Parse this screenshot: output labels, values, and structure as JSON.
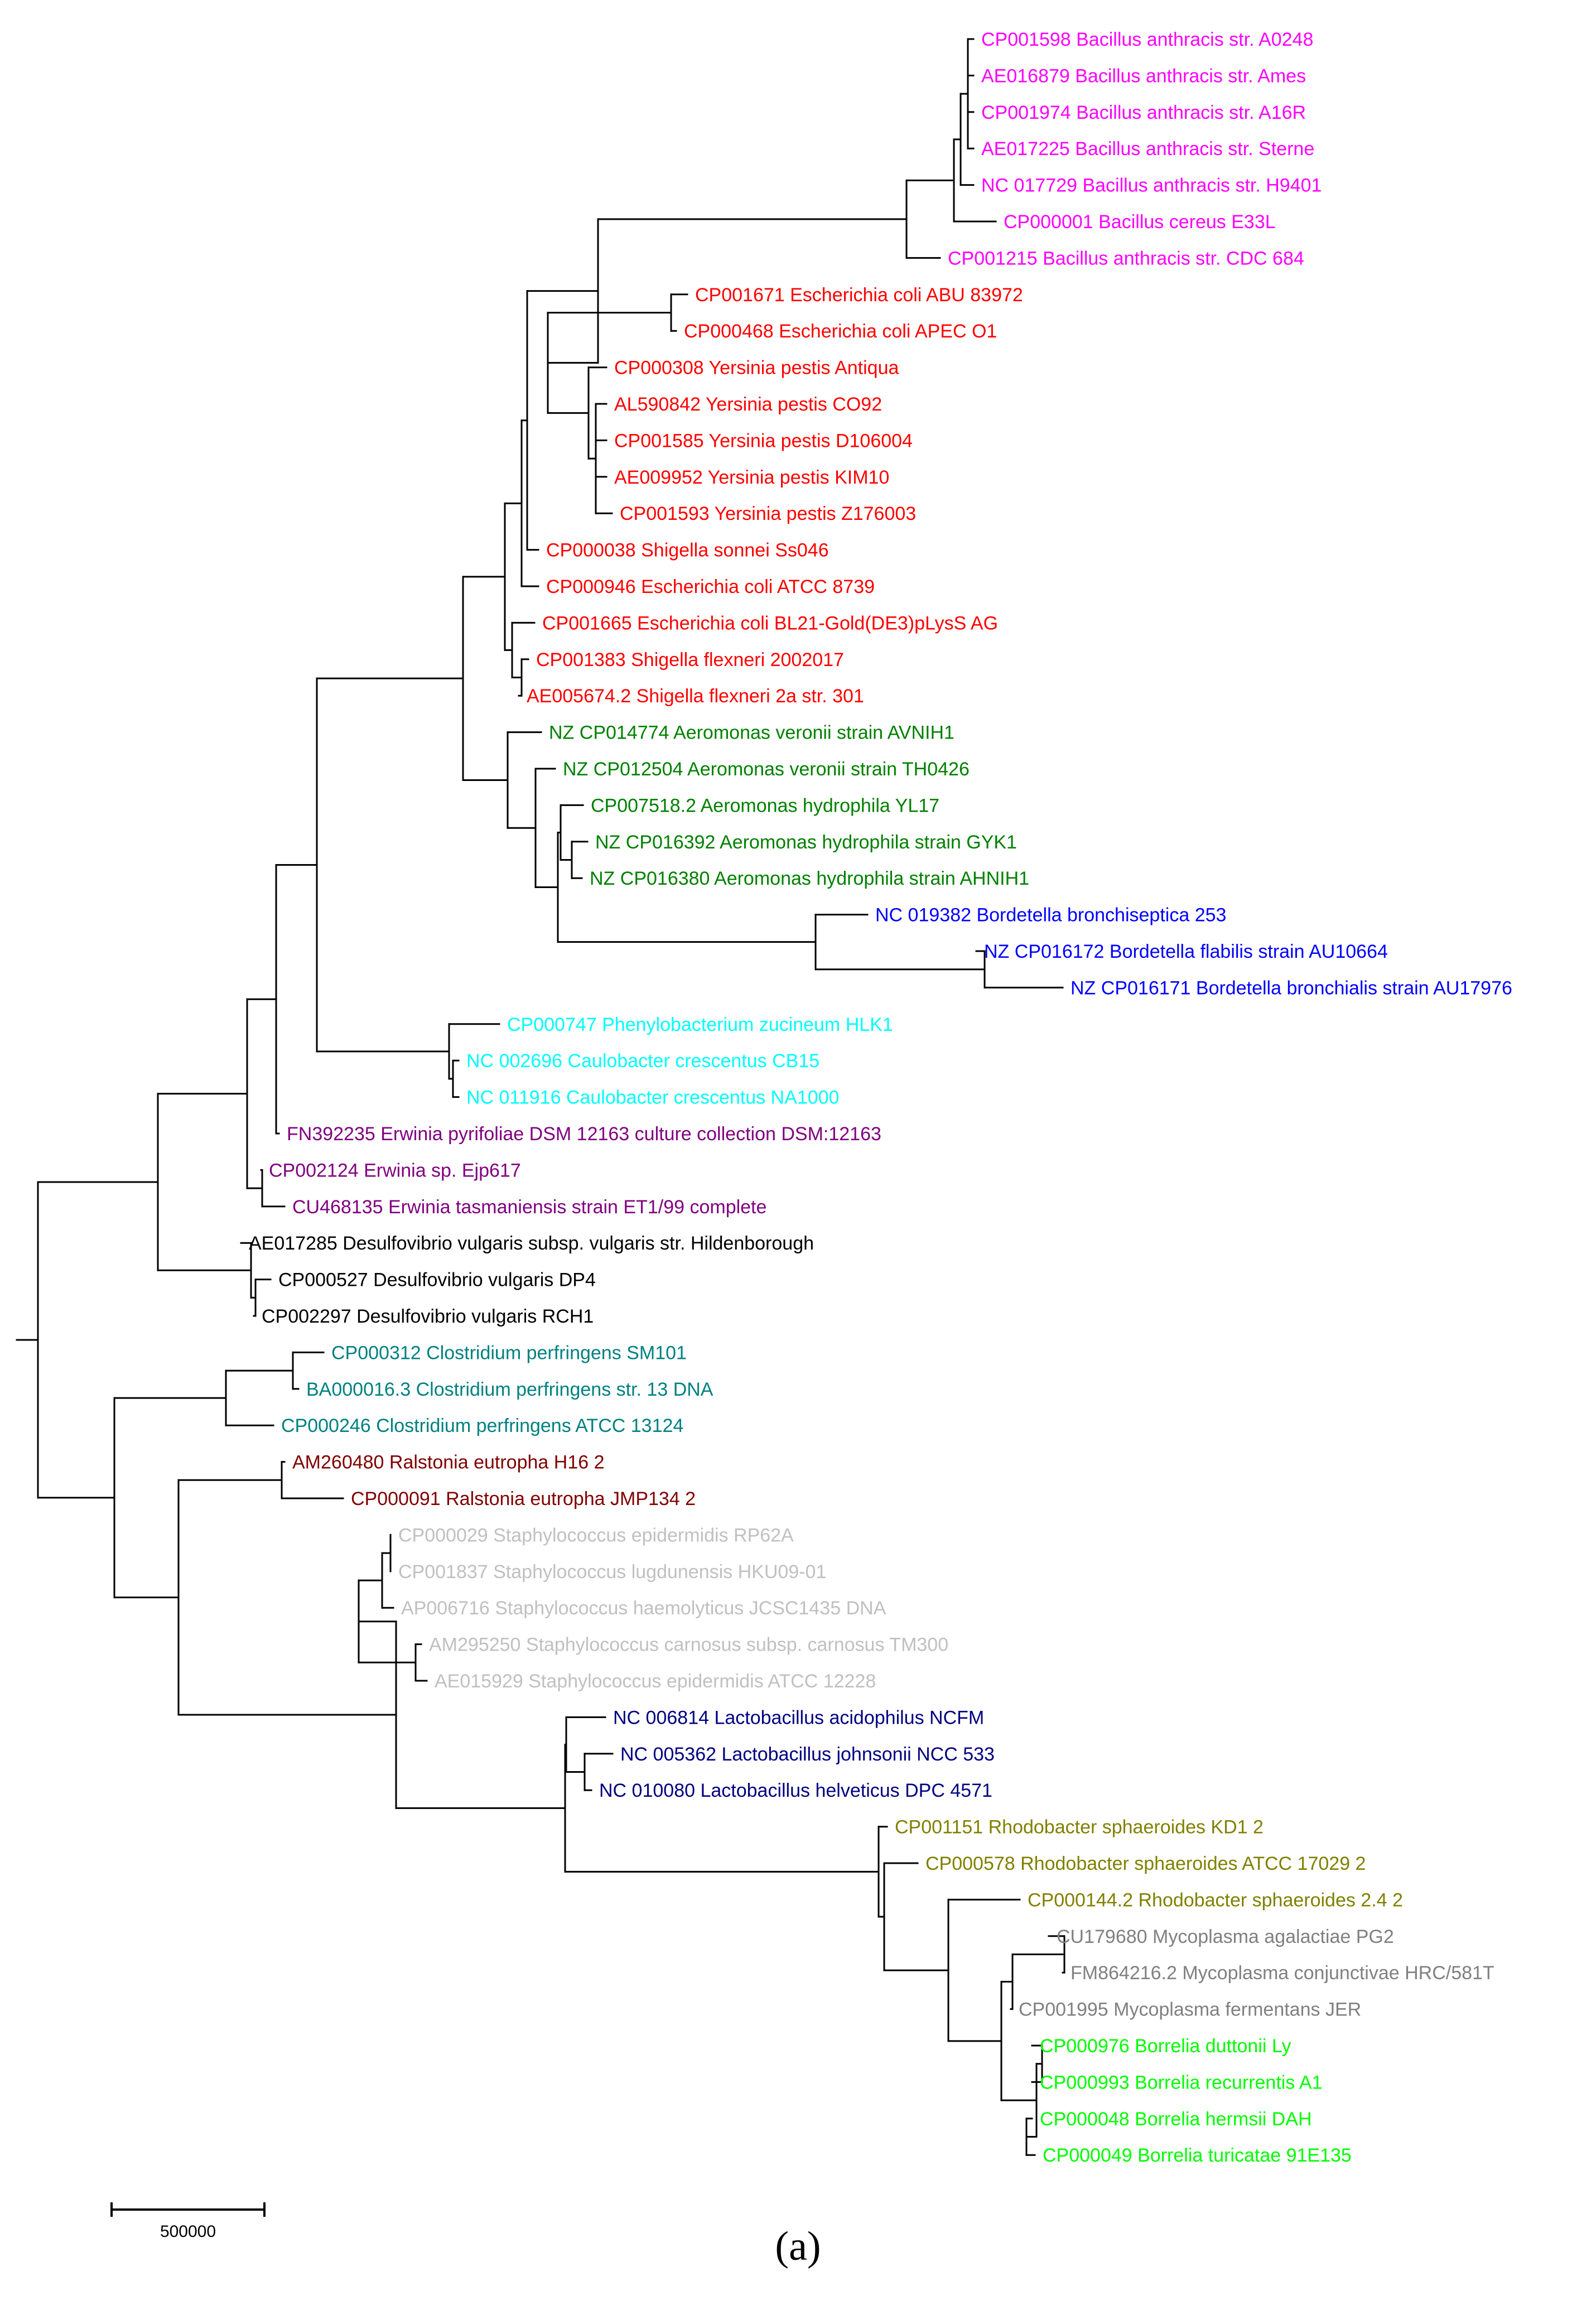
{
  "figure": {
    "panel_label": "(a)"
  },
  "scale_bar": {
    "label": "500000"
  },
  "colors": {
    "magenta": "#ff00ff",
    "red": "#ff0000",
    "green": "#008000",
    "blue": "#0000ff",
    "cyan": "#00ffff",
    "purple": "#800080",
    "black": "#000000",
    "teal": "#008080",
    "darkred": "#800000",
    "lightgray": "#c0c0c0",
    "navy": "#000080",
    "olive": "#808000",
    "gray": "#808080",
    "lime": "#00ff00",
    "branch": "#000000"
  },
  "leaves": [
    {
      "label": "CP001598 Bacillus anthracis str. A0248",
      "color": "magenta"
    },
    {
      "label": "AE016879 Bacillus anthracis str. Ames",
      "color": "magenta"
    },
    {
      "label": "CP001974 Bacillus anthracis str. A16R",
      "color": "magenta"
    },
    {
      "label": "AE017225 Bacillus anthracis str. Sterne",
      "color": "magenta"
    },
    {
      "label": "NC 017729 Bacillus anthracis str. H9401",
      "color": "magenta"
    },
    {
      "label": "CP000001 Bacillus cereus E33L",
      "color": "magenta"
    },
    {
      "label": "CP001215 Bacillus anthracis str. CDC 684",
      "color": "magenta"
    },
    {
      "label": "CP001671 Escherichia coli ABU 83972",
      "color": "red"
    },
    {
      "label": "CP000468 Escherichia coli APEC O1",
      "color": "red"
    },
    {
      "label": "CP000308 Yersinia pestis Antiqua",
      "color": "red"
    },
    {
      "label": "AL590842 Yersinia pestis CO92",
      "color": "red"
    },
    {
      "label": "CP001585 Yersinia pestis D106004",
      "color": "red"
    },
    {
      "label": "AE009952 Yersinia pestis KIM10",
      "color": "red"
    },
    {
      "label": "CP001593 Yersinia pestis Z176003",
      "color": "red"
    },
    {
      "label": "CP000038 Shigella sonnei Ss046",
      "color": "red"
    },
    {
      "label": "CP000946 Escherichia coli ATCC 8739",
      "color": "red"
    },
    {
      "label": "CP001665 Escherichia coli BL21-Gold(DE3)pLysS AG",
      "color": "red"
    },
    {
      "label": "CP001383 Shigella flexneri 2002017",
      "color": "red"
    },
    {
      "label": "AE005674.2 Shigella flexneri 2a str. 301",
      "color": "red"
    },
    {
      "label": "NZ CP014774 Aeromonas veronii strain AVNIH1",
      "color": "green"
    },
    {
      "label": "NZ CP012504 Aeromonas veronii strain TH0426",
      "color": "green"
    },
    {
      "label": "CP007518.2 Aeromonas hydrophila YL17",
      "color": "green"
    },
    {
      "label": "NZ CP016392 Aeromonas hydrophila strain GYK1",
      "color": "green"
    },
    {
      "label": "NZ CP016380 Aeromonas hydrophila strain AHNIH1",
      "color": "green"
    },
    {
      "label": "NC 019382 Bordetella bronchiseptica 253",
      "color": "blue"
    },
    {
      "label": "NZ CP016172 Bordetella flabilis strain AU10664",
      "color": "blue"
    },
    {
      "label": "NZ CP016171 Bordetella bronchialis strain AU17976",
      "color": "blue"
    },
    {
      "label": "CP000747 Phenylobacterium zucineum HLK1",
      "color": "cyan"
    },
    {
      "label": "NC 002696 Caulobacter crescentus CB15",
      "color": "cyan"
    },
    {
      "label": "NC 011916 Caulobacter crescentus NA1000",
      "color": "cyan"
    },
    {
      "label": "FN392235 Erwinia pyrifoliae DSM 12163 culture collection DSM:12163",
      "color": "purple"
    },
    {
      "label": "CP002124 Erwinia sp. Ejp617",
      "color": "purple"
    },
    {
      "label": "CU468135 Erwinia tasmaniensis strain ET1/99 complete",
      "color": "purple"
    },
    {
      "label": "AE017285 Desulfovibrio vulgaris subsp. vulgaris str. Hildenborough",
      "color": "black"
    },
    {
      "label": "CP000527 Desulfovibrio vulgaris DP4",
      "color": "black"
    },
    {
      "label": "CP002297 Desulfovibrio vulgaris RCH1",
      "color": "black"
    },
    {
      "label": "CP000312 Clostridium perfringens SM101",
      "color": "teal"
    },
    {
      "label": "BA000016.3 Clostridium perfringens str. 13 DNA",
      "color": "teal"
    },
    {
      "label": "CP000246 Clostridium perfringens ATCC 13124",
      "color": "teal"
    },
    {
      "label": "AM260480 Ralstonia eutropha H16 2",
      "color": "darkred"
    },
    {
      "label": "CP000091 Ralstonia eutropha JMP134 2",
      "color": "darkred"
    },
    {
      "label": "CP000029 Staphylococcus epidermidis RP62A",
      "color": "lightgray"
    },
    {
      "label": "CP001837 Staphylococcus lugdunensis HKU09-01",
      "color": "lightgray"
    },
    {
      "label": "AP006716 Staphylococcus haemolyticus JCSC1435 DNA",
      "color": "lightgray"
    },
    {
      "label": "AM295250 Staphylococcus carnosus subsp. carnosus TM300",
      "color": "lightgray"
    },
    {
      "label": "AE015929 Staphylococcus epidermidis ATCC 12228",
      "color": "lightgray"
    },
    {
      "label": "NC 006814 Lactobacillus acidophilus NCFM",
      "color": "navy"
    },
    {
      "label": "NC 005362 Lactobacillus johnsonii NCC 533",
      "color": "navy"
    },
    {
      "label": "NC 010080 Lactobacillus helveticus DPC 4571",
      "color": "navy"
    },
    {
      "label": "CP001151 Rhodobacter sphaeroides KD1 2",
      "color": "olive"
    },
    {
      "label": "CP000578 Rhodobacter sphaeroides ATCC 17029 2",
      "color": "olive"
    },
    {
      "label": "CP000144.2 Rhodobacter sphaeroides 2.4 2",
      "color": "olive"
    },
    {
      "label": "CU179680 Mycoplasma agalactiae PG2",
      "color": "gray"
    },
    {
      "label": "FM864216.2 Mycoplasma conjunctivae HRC/581T",
      "color": "gray"
    },
    {
      "label": "CP001995 Mycoplasma fermentans JER",
      "color": "gray"
    },
    {
      "label": "CP000976 Borrelia duttonii Ly",
      "color": "lime"
    },
    {
      "label": "CP000993 Borrelia recurrentis A1",
      "color": "lime"
    },
    {
      "label": "CP000048 Borrelia hermsii DAH",
      "color": "lime"
    },
    {
      "label": "CP000049 Borrelia turicatae 91E135",
      "color": "lime"
    }
  ]
}
